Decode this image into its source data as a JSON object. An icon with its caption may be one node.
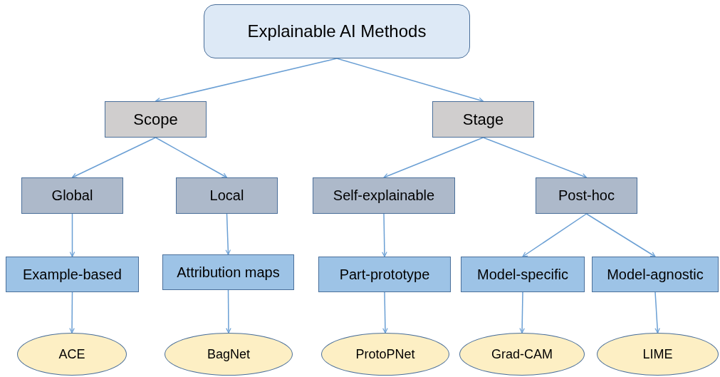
{
  "diagram": {
    "nodes": [
      {
        "text": [
          "Explainable AI Methods"
        ]
      },
      {
        "text": [
          "Scope"
        ]
      },
      {
        "text": [
          "Stage"
        ]
      },
      {
        "text": [
          "Global"
        ]
      },
      {
        "text": [
          "Local"
        ]
      },
      {
        "text": [
          "Self-explainable"
        ]
      },
      {
        "text": [
          "Post-hoc"
        ]
      },
      {
        "text": [
          "Example-based"
        ]
      },
      {
        "text": [
          "Attribution maps"
        ]
      },
      {
        "text": [
          "Part-prototype"
        ]
      },
      {
        "text": [
          "Model-specific"
        ]
      },
      {
        "text": [
          "Model-agnostic"
        ]
      },
      {
        "text": [
          "ACE"
        ]
      },
      {
        "text": [
          "BagNet"
        ]
      },
      {
        "text": [
          "ProtoPNet"
        ]
      },
      {
        "text": [
          "Grad-CAM"
        ]
      },
      {
        "text": [
          "LIME"
        ]
      }
    ],
    "edges": [
      {
        "from": 0,
        "to": 1,
        "arrow": "to"
      },
      {
        "from": 0,
        "to": 2,
        "arrow": "to"
      },
      {
        "from": 1,
        "to": 3,
        "arrow": "to"
      },
      {
        "from": 1,
        "to": 4,
        "arrow": "to"
      },
      {
        "from": 2,
        "to": 5,
        "arrow": "to"
      },
      {
        "from": 2,
        "to": 6,
        "arrow": "to"
      },
      {
        "from": 3,
        "to": 7,
        "arrow": "to"
      },
      {
        "from": 4,
        "to": 8,
        "arrow": "to"
      },
      {
        "from": 5,
        "to": 9,
        "arrow": "to"
      },
      {
        "from": 6,
        "to": 10,
        "arrow": "to"
      },
      {
        "from": 6,
        "to": 11,
        "arrow": "to"
      },
      {
        "from": 7,
        "to": 12,
        "arrow": "to"
      },
      {
        "from": 8,
        "to": 13,
        "arrow": "to"
      },
      {
        "from": 9,
        "to": 14,
        "arrow": "to"
      },
      {
        "from": 10,
        "to": 15,
        "arrow": "to"
      },
      {
        "from": 11,
        "to": 16,
        "arrow": "to"
      }
    ]
  }
}
